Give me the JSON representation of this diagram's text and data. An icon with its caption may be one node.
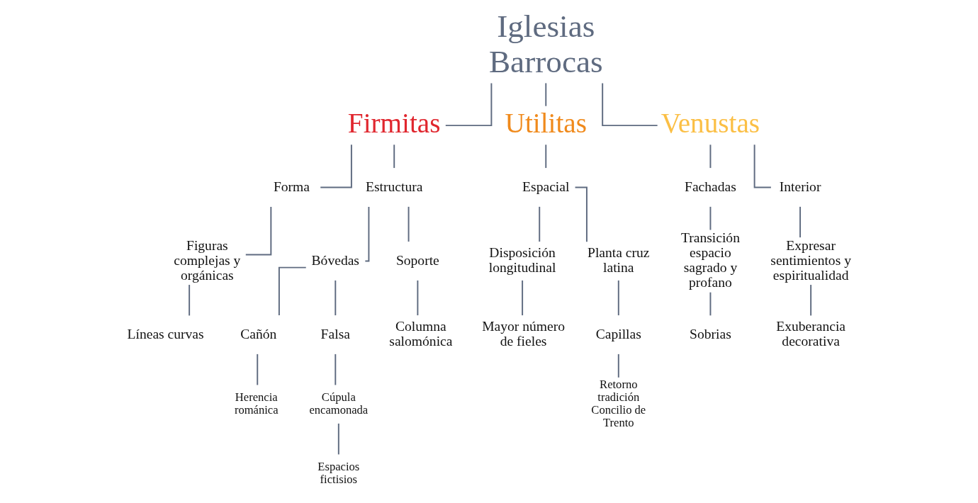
{
  "diagram": {
    "nodes": [
      {
        "text": [
          "Iglesias Barrocas"
        ]
      },
      {
        "text": [
          "Firmitas"
        ]
      },
      {
        "text": [
          "Utilitas"
        ]
      },
      {
        "text": [
          "Venustas"
        ]
      },
      {
        "text": [
          "Forma"
        ]
      },
      {
        "text": [
          "Estructura"
        ]
      },
      {
        "text": [
          "Espacial"
        ]
      },
      {
        "text": [
          "Fachadas"
        ]
      },
      {
        "text": [
          "Interior"
        ]
      },
      {
        "text": [
          "Figuras complejas y orgánicas"
        ]
      },
      {
        "text": [
          "Líneas curvas"
        ]
      },
      {
        "text": [
          "Bóvedas"
        ]
      },
      {
        "text": [
          "Soporte"
        ]
      },
      {
        "text": [
          "Cañón"
        ]
      },
      {
        "text": [
          "Falsa"
        ]
      },
      {
        "text": [
          "Herencia románica"
        ]
      },
      {
        "text": [
          "Cúpula encamonada"
        ]
      },
      {
        "text": [
          "Espacios fictisios"
        ]
      },
      {
        "text": [
          "Columna salomónica"
        ]
      },
      {
        "text": [
          "Disposición longitudinal"
        ]
      },
      {
        "text": [
          "Planta cruz latina"
        ]
      },
      {
        "text": [
          "Mayor número de fieles"
        ]
      },
      {
        "text": [
          "Capillas"
        ]
      },
      {
        "text": [
          "Retorno tradición Concilio de Trento"
        ]
      },
      {
        "text": [
          "Transición espacio sagrado y profano"
        ]
      },
      {
        "text": [
          "Sobrias"
        ]
      },
      {
        "text": [
          "Expresar sentimientos y espiritualidad"
        ]
      },
      {
        "text": [
          "Exuberancia decorativa"
        ]
      }
    ],
    "edges": [
      {
        "from": 0,
        "to": 1,
        "arrow": "none"
      },
      {
        "from": 0,
        "to": 2,
        "arrow": "none"
      },
      {
        "from": 0,
        "to": 3,
        "arrow": "none"
      },
      {
        "from": 1,
        "to": 4,
        "arrow": "none"
      },
      {
        "from": 1,
        "to": 5,
        "arrow": "none"
      },
      {
        "from": 2,
        "to": 6,
        "arrow": "none"
      },
      {
        "from": 3,
        "to": 7,
        "arrow": "none"
      },
      {
        "from": 3,
        "to": 8,
        "arrow": "none"
      },
      {
        "from": 4,
        "to": 9,
        "arrow": "none"
      },
      {
        "from": 9,
        "to": 10,
        "arrow": "none"
      },
      {
        "from": 5,
        "to": 11,
        "arrow": "none"
      },
      {
        "from": 5,
        "to": 12,
        "arrow": "none"
      },
      {
        "from": 11,
        "to": 13,
        "arrow": "none"
      },
      {
        "from": 11,
        "to": 14,
        "arrow": "none"
      },
      {
        "from": 13,
        "to": 15,
        "arrow": "none"
      },
      {
        "from": 14,
        "to": 16,
        "arrow": "none"
      },
      {
        "from": 16,
        "to": 17,
        "arrow": "none"
      },
      {
        "from": 12,
        "to": 18,
        "arrow": "none"
      },
      {
        "from": 6,
        "to": 19,
        "arrow": "none"
      },
      {
        "from": 6,
        "to": 20,
        "arrow": "none"
      },
      {
        "from": 19,
        "to": 21,
        "arrow": "none"
      },
      {
        "from": 20,
        "to": 22,
        "arrow": "none"
      },
      {
        "from": 22,
        "to": 23,
        "arrow": "none"
      },
      {
        "from": 7,
        "to": 24,
        "arrow": "none"
      },
      {
        "from": 24,
        "to": 25,
        "arrow": "none"
      },
      {
        "from": 8,
        "to": 26,
        "arrow": "none"
      },
      {
        "from": 26,
        "to": 27,
        "arrow": "none"
      }
    ]
  }
}
